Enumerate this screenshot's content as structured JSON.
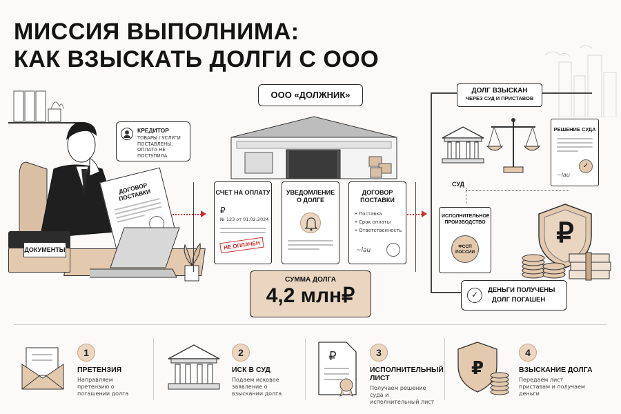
{
  "title": {
    "line1": "МИССИЯ ВЫПОЛНИМА:",
    "line2": "КАК ВЗЫСКАТЬ ДОЛГИ С ООО"
  },
  "creditor": {
    "label": "КРЕДИТОР",
    "text": "ТОВАРЫ / УСЛУГИ ПОСТАВЛЕНЫ, ОПЛАТА НЕ ПОСТУПИЛА"
  },
  "desk": {
    "contract_title": "ДОГОВОР ПОСТАВКИ",
    "documents_label": "ДОКУМЕНТЫ"
  },
  "debtor": {
    "name": "ООО «ДОЛЖНИК»"
  },
  "documents": {
    "invoice": {
      "title": "СЧЕТ НА ОПЛАТУ",
      "currency": "₽",
      "number": "№ 123 от 01.02.2024",
      "stamp": "НЕ ОПЛАЧЕН"
    },
    "notice": {
      "title": "УВЕДОМЛЕНИЕ О ДОЛГЕ"
    },
    "contract": {
      "title": "ДОГОВОР ПОСТАВКИ",
      "items": [
        "Поставка",
        "Срок оплаты",
        "Ответственность"
      ]
    }
  },
  "debt_sum": {
    "label": "СУММА ДОЛГА",
    "value": "4,2 млн₽"
  },
  "result": {
    "title": "ДОЛГ ВЗЫСКАН",
    "subtitle": "ЧЕРЕЗ СУД И ПРИСТАВОВ",
    "court_label": "СУД",
    "decision_label": "РЕШЕНИЕ СУДА",
    "enforcement_label": "ИСПОЛНИТЕЛЬНОЕ ПРОИЗВОДСТВО",
    "fssp_label": "ФССП РОССИИ",
    "ruble_sign": "₽",
    "paid_line1": "ДЕНЬГИ ПОЛУЧЕНЫ",
    "paid_line2": "ДОЛГ ПОГАШЕН"
  },
  "steps": [
    {
      "num": "1",
      "title": "ПРЕТЕНЗИЯ",
      "desc": "Направляем претензию о погашении долга"
    },
    {
      "num": "2",
      "title": "ИСК В СУД",
      "desc": "Подаем исковое заявление о взыскании долга"
    },
    {
      "num": "3",
      "title": "ИСПОЛНИТЕЛЬНЫЙ ЛИСТ",
      "desc": "Получаем решение суда и исполнительный лист"
    },
    {
      "num": "4",
      "title": "ВЗЫСКАНИЕ ДОЛГА",
      "desc": "Передаем лист приставам и получаем деньги"
    }
  ],
  "colors": {
    "accent_tan": "#e9d5c0",
    "stamp_red": "#c9302c",
    "ink": "#141414"
  }
}
